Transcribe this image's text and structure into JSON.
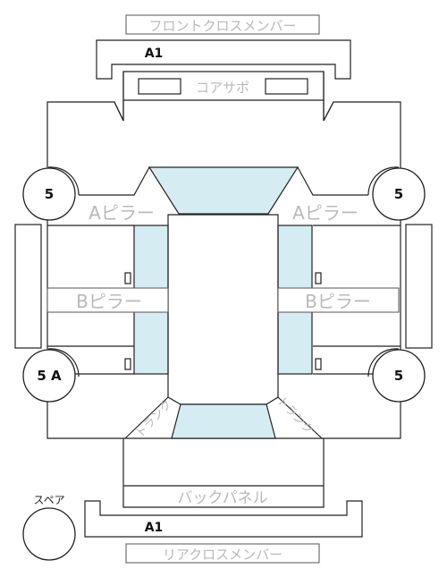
{
  "labels": {
    "front_cross_member": "フロントクロスメンバー",
    "front_a1": "A1",
    "core_support": "コアサポ",
    "a_pillar_left": "Aピラー",
    "a_pillar_right": "Aピラー",
    "b_pillar_left": "Bピラー",
    "b_pillar_right": "Bピラー",
    "trunk_left": "トランク",
    "trunk_right": "トランク",
    "back_panel": "バックパネル",
    "rear_a1": "A1",
    "rear_cross_member": "リアクロスメンバー",
    "spare": "スペア"
  },
  "grades": {
    "front_left": "5",
    "front_right": "5",
    "rear_left": "5 A",
    "rear_right": "5",
    "spare": ""
  },
  "colors": {
    "glass": "#d6ecf3",
    "outline": "#222222",
    "label_gray": "#b9b9b9"
  }
}
